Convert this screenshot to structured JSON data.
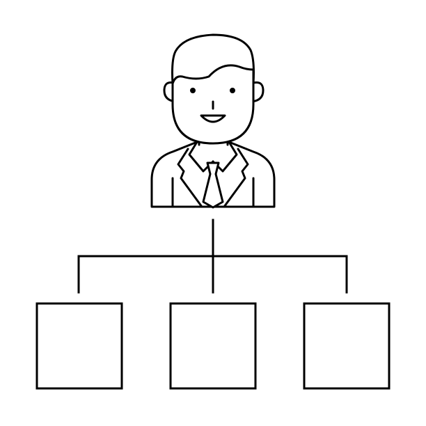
{
  "diagram": {
    "kind": "org-chart-icon",
    "stroke_color": "#000000",
    "background_color": "#ffffff",
    "top_node": {
      "icon": "businessman-avatar-icon"
    },
    "child_nodes": [
      {
        "icon": "empty-box"
      },
      {
        "icon": "empty-box"
      },
      {
        "icon": "empty-box"
      }
    ]
  }
}
